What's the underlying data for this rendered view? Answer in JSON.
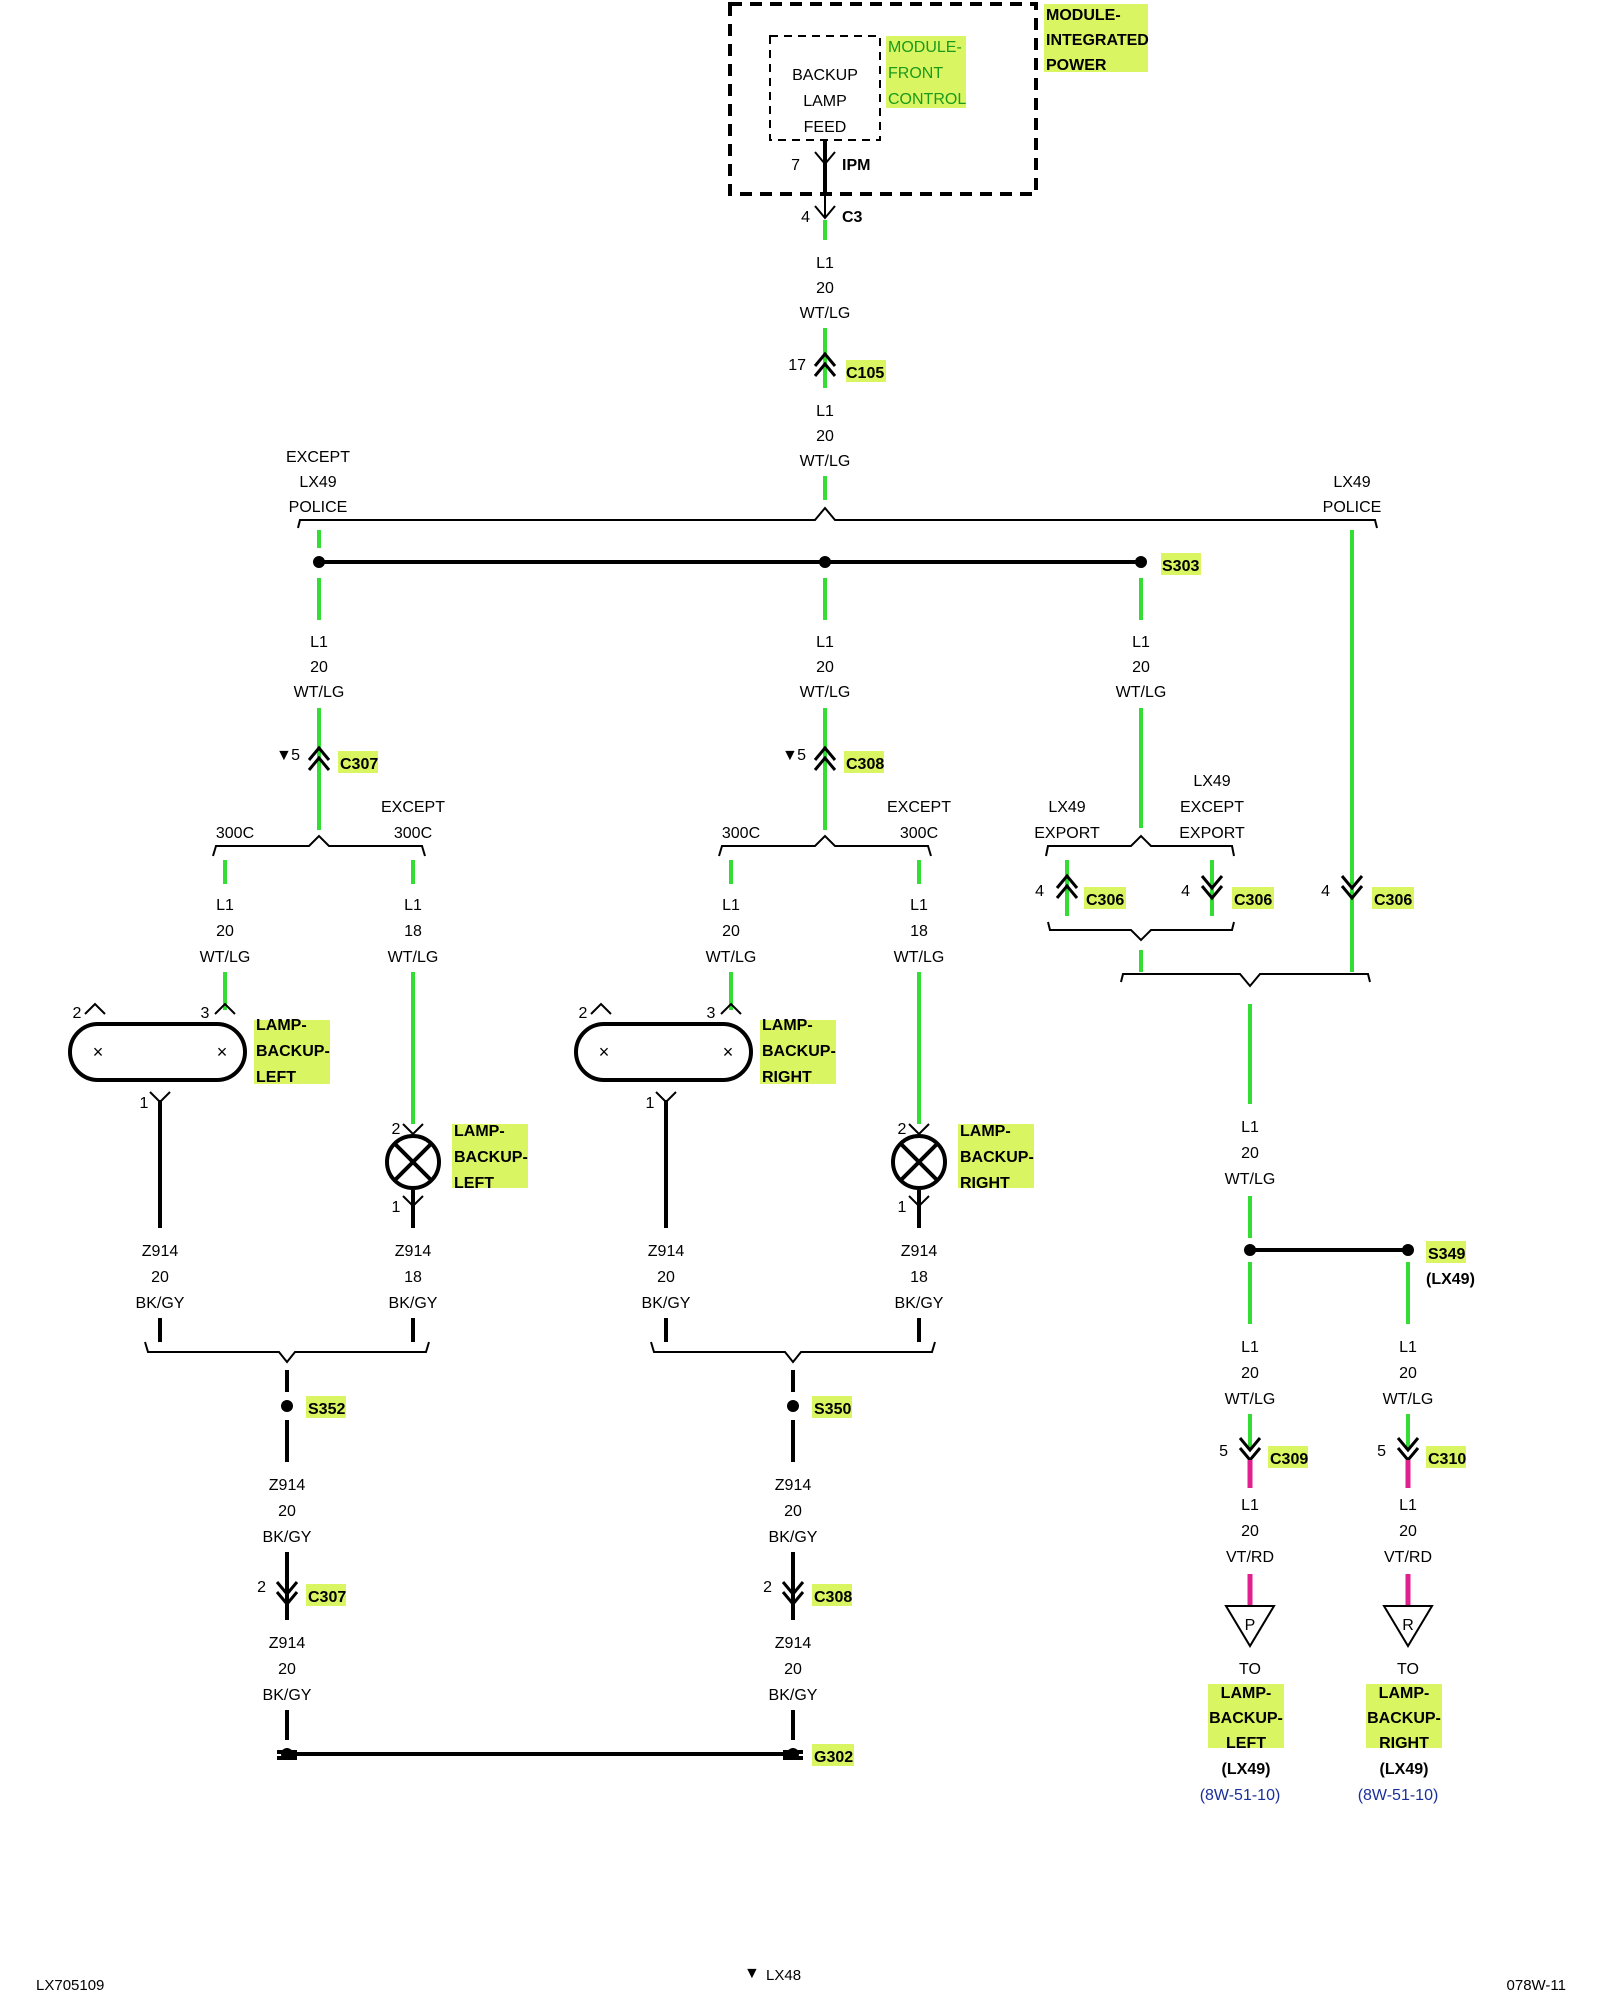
{
  "module": {
    "name_lines": [
      "MODULE-",
      "INTEGRATED",
      "POWER"
    ],
    "sub_name_lines": [
      "MODULE-",
      "FRONT",
      "CONTROL"
    ],
    "feed_lines": [
      "BACKUP",
      "LAMP",
      "FEED"
    ],
    "ipm_pin": "7",
    "ipm_label": "IPM",
    "c3_pin": "4",
    "c3_label": "C3"
  },
  "trunk": {
    "wire1": [
      "L1",
      "20",
      "WT/LG"
    ],
    "c105_pin": "17",
    "c105_label": "C105",
    "wire2": [
      "L1",
      "20",
      "WT/LG"
    ]
  },
  "options": {
    "left": [
      "EXCEPT",
      "LX49",
      "POLICE"
    ],
    "right": [
      "LX49",
      "POLICE"
    ]
  },
  "splice_s303": "S303",
  "branch_left": {
    "wire": [
      "L1",
      "20",
      "WT/LG"
    ],
    "pin": "5",
    "conn": "C307",
    "opt_a": "300C",
    "opt_b": [
      "EXCEPT",
      "300C"
    ],
    "wire_a": [
      "L1",
      "20",
      "WT/LG"
    ],
    "wire_b": [
      "L1",
      "18",
      "WT/LG"
    ],
    "lamp_a_pins": [
      "2",
      "3",
      "1"
    ],
    "lamp_a_label": [
      "LAMP-",
      "BACKUP-",
      "LEFT"
    ],
    "lamp_b_pins": [
      "2",
      "1"
    ],
    "lamp_b_label": [
      "LAMP-",
      "BACKUP-",
      "LEFT"
    ],
    "gnd_a": [
      "Z914",
      "20",
      "BK/GY"
    ],
    "gnd_b": [
      "Z914",
      "18",
      "BK/GY"
    ],
    "splice": "S352",
    "gnd_wire1": [
      "Z914",
      "20",
      "BK/GY"
    ],
    "gnd_pin": "2",
    "gnd_conn": "C307",
    "gnd_wire2": [
      "Z914",
      "20",
      "BK/GY"
    ]
  },
  "branch_mid": {
    "wire": [
      "L1",
      "20",
      "WT/LG"
    ],
    "pin": "5",
    "conn": "C308",
    "opt_a": "300C",
    "opt_b": [
      "EXCEPT",
      "300C"
    ],
    "wire_a": [
      "L1",
      "20",
      "WT/LG"
    ],
    "wire_b": [
      "L1",
      "18",
      "WT/LG"
    ],
    "lamp_a_pins": [
      "2",
      "3",
      "1"
    ],
    "lamp_a_label": [
      "LAMP-",
      "BACKUP-",
      "RIGHT"
    ],
    "lamp_b_pins": [
      "2",
      "1"
    ],
    "lamp_b_label": [
      "LAMP-",
      "BACKUP-",
      "RIGHT"
    ],
    "gnd_a": [
      "Z914",
      "20",
      "BK/GY"
    ],
    "gnd_b": [
      "Z914",
      "18",
      "BK/GY"
    ],
    "splice": "S350",
    "gnd_wire1": [
      "Z914",
      "20",
      "BK/GY"
    ],
    "gnd_pin": "2",
    "gnd_conn": "C308",
    "gnd_wire2": [
      "Z914",
      "20",
      "BK/GY"
    ]
  },
  "ground": "G302",
  "branch_right": {
    "wire": [
      "L1",
      "20",
      "WT/LG"
    ],
    "opt_a": [
      "LX49",
      "EXPORT"
    ],
    "opt_b": [
      "LX49",
      "EXCEPT",
      "EXPORT"
    ],
    "c306_a_pin": "4",
    "c306_b_pin": "4",
    "c306_c_pin": "4",
    "c306_label": "C306",
    "wire_out": [
      "L1",
      "20",
      "WT/LG"
    ],
    "splice": "S349",
    "splice_note": "(LX49)",
    "left_wire": [
      "L1",
      "20",
      "WT/LG"
    ],
    "left_pin": "5",
    "left_conn": "C309",
    "left_wire2": [
      "L1",
      "20",
      "VT/RD"
    ],
    "left_ref": "P",
    "left_to": "TO",
    "left_dest": [
      "LAMP-",
      "BACKUP-",
      "LEFT"
    ],
    "left_note": "(LX49)",
    "left_page": "(8W-51-10)",
    "right_wire": [
      "L1",
      "20",
      "WT/LG"
    ],
    "right_pin": "5",
    "right_conn": "C310",
    "right_wire2": [
      "L1",
      "20",
      "VT/RD"
    ],
    "right_ref": "R",
    "right_to": "TO",
    "right_dest": [
      "LAMP-",
      "BACKUP-",
      "RIGHT"
    ],
    "right_note": "(LX49)",
    "right_page": "(8W-51-10)"
  },
  "footer": {
    "left": "LX705109",
    "center": "LX48",
    "right": "078W-11"
  },
  "colors": {
    "wire_wt_lg": "#33dd33",
    "wire_vt_rd": "#e0208f",
    "highlight": "#d9f562",
    "link": "#1a2f9a"
  }
}
